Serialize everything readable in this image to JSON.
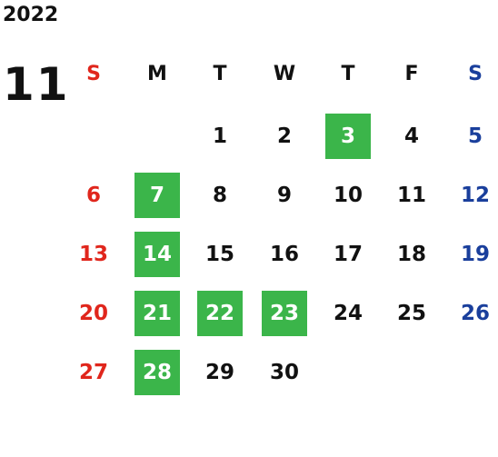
{
  "year": "2022",
  "month": "11",
  "colors": {
    "sunday": "#e0261c",
    "saturday": "#1a3f9c",
    "weekday": "#111111",
    "highlight": "#3bb54a"
  },
  "weekdays": [
    "S",
    "M",
    "T",
    "W",
    "T",
    "F",
    "S"
  ],
  "weeks": [
    [
      {
        "day": ""
      },
      {
        "day": ""
      },
      {
        "day": "1"
      },
      {
        "day": "2"
      },
      {
        "day": "3",
        "highlighted": true
      },
      {
        "day": "4"
      },
      {
        "day": "5"
      }
    ],
    [
      {
        "day": "6"
      },
      {
        "day": "7",
        "highlighted": true
      },
      {
        "day": "8"
      },
      {
        "day": "9"
      },
      {
        "day": "10"
      },
      {
        "day": "11"
      },
      {
        "day": "12"
      }
    ],
    [
      {
        "day": "13"
      },
      {
        "day": "14",
        "highlighted": true
      },
      {
        "day": "15"
      },
      {
        "day": "16"
      },
      {
        "day": "17"
      },
      {
        "day": "18"
      },
      {
        "day": "19"
      }
    ],
    [
      {
        "day": "20"
      },
      {
        "day": "21",
        "highlighted": true
      },
      {
        "day": "22",
        "highlighted": true
      },
      {
        "day": "23",
        "highlighted": true
      },
      {
        "day": "24"
      },
      {
        "day": "25"
      },
      {
        "day": "26"
      }
    ],
    [
      {
        "day": "27"
      },
      {
        "day": "28",
        "highlighted": true
      },
      {
        "day": "29"
      },
      {
        "day": "30"
      },
      {
        "day": ""
      },
      {
        "day": ""
      },
      {
        "day": ""
      }
    ]
  ]
}
